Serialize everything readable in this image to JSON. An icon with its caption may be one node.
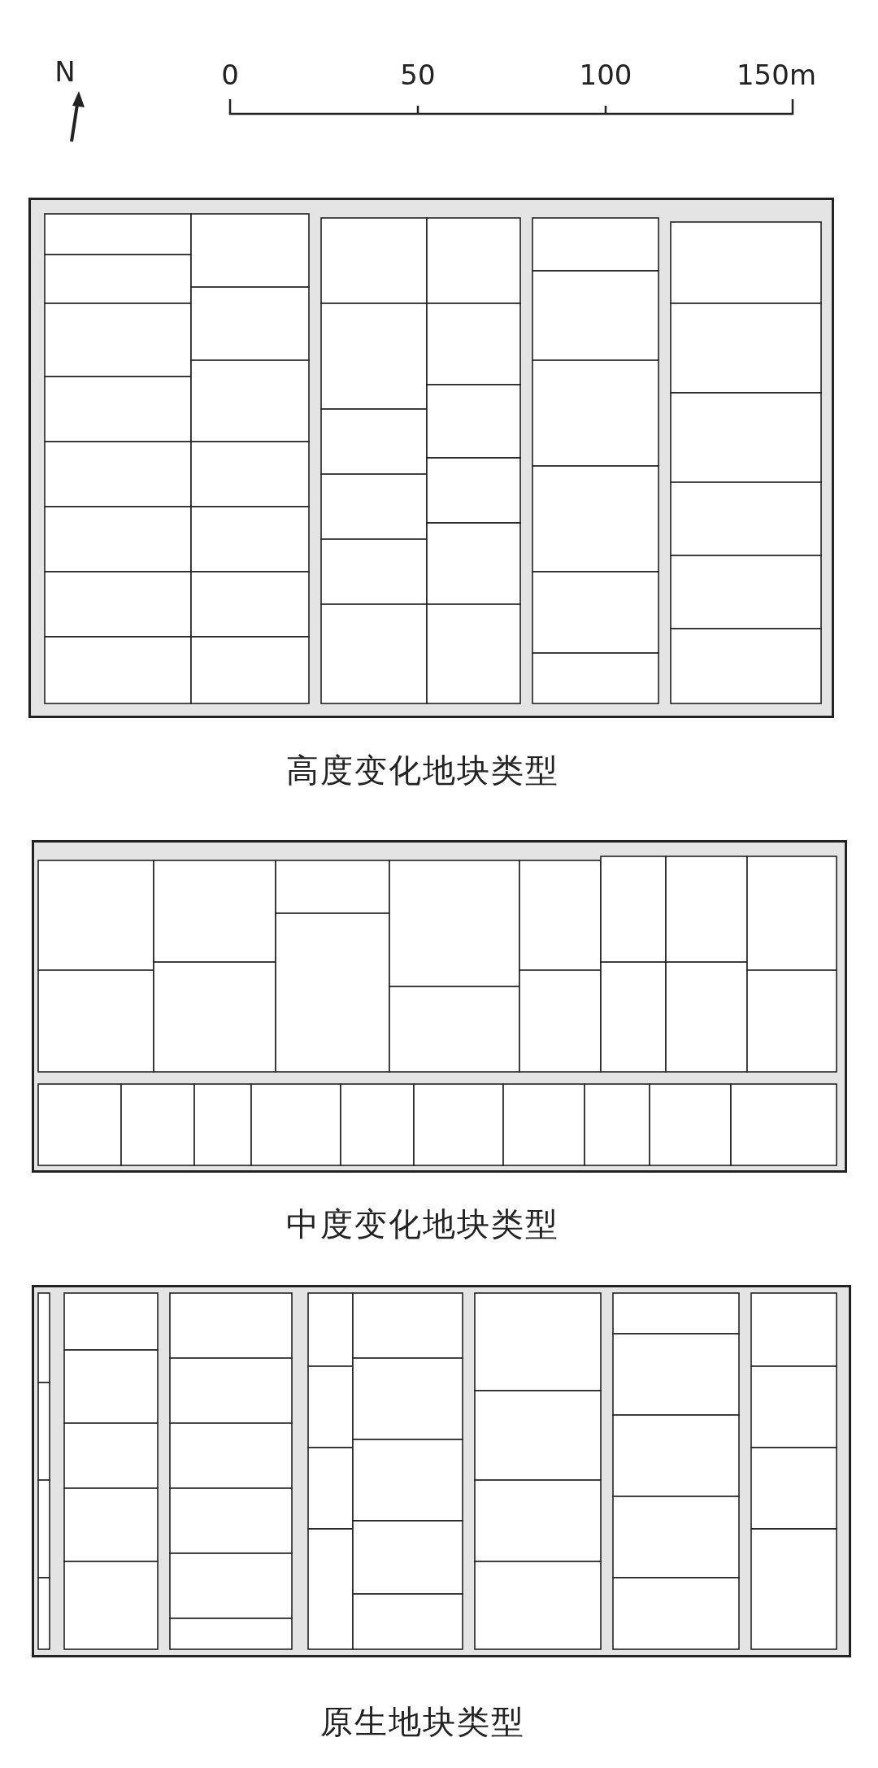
{
  "diagram": {
    "labels": [
      "N",
      "0",
      "50",
      "100",
      "150m",
      "高度变化地块类型",
      "中度变化地块类型",
      "原生地块类型"
    ]
  }
}
